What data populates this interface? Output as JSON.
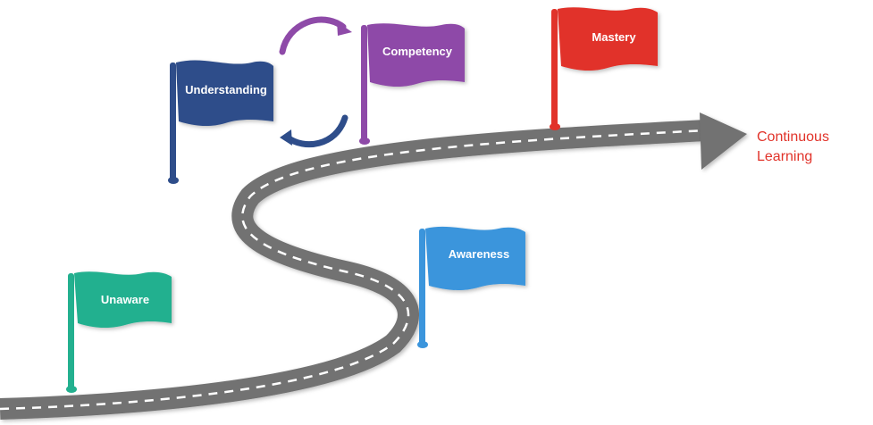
{
  "flags": [
    {
      "id": "unaware",
      "label": "Unaware",
      "color": "#23B08F"
    },
    {
      "id": "awareness",
      "label": "Awareness",
      "color": "#3B95DC"
    },
    {
      "id": "understanding",
      "label": "Understanding",
      "color": "#2E4D8A"
    },
    {
      "id": "competency",
      "label": "Competency",
      "color": "#8E4AA8"
    },
    {
      "id": "mastery",
      "label": "Mastery",
      "color": "#E1332A"
    }
  ],
  "road": {
    "color": "#727272",
    "dash_color": "#ffffff",
    "icon": "winding-road-arrow"
  },
  "cycle": {
    "icon": "cycle-arrows-icon",
    "top_color": "#8E4AA8",
    "bottom_color": "#2E4D8A"
  },
  "end_label": {
    "line1": "Continuous",
    "line2": "Learning",
    "color": "#E1332A"
  }
}
